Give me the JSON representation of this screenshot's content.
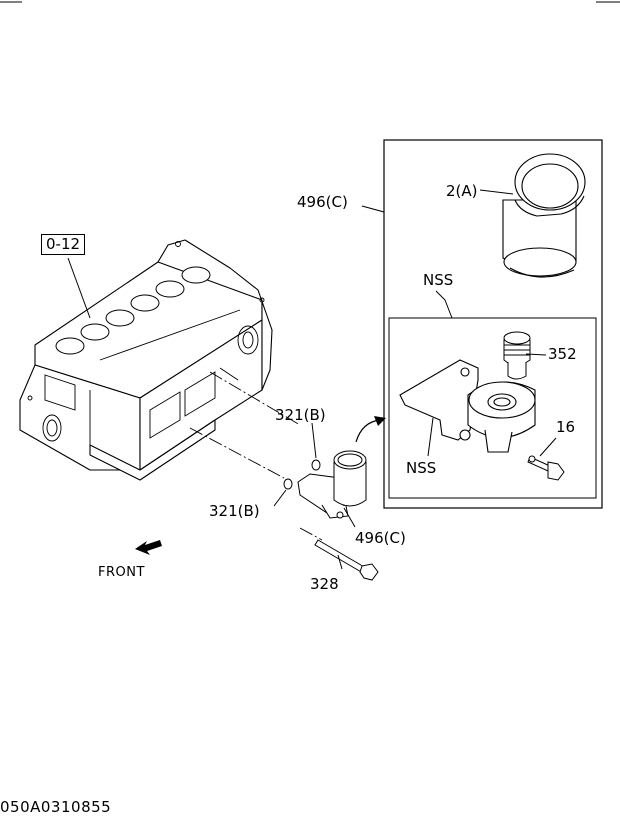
{
  "callouts": {
    "ref_block": "0-12",
    "filter_assembly_top": "496(C)",
    "filter_element": "2(A)",
    "nss_top": "NSS",
    "connector": "352",
    "plug": "16",
    "nss_bottom": "NSS",
    "oring_upper": "321(B)",
    "oring_lower": "321(B)",
    "filter_assembly_lower": "496(C)",
    "bolt": "328"
  },
  "front_label": "FRONT",
  "figure_code": "050A0310855"
}
